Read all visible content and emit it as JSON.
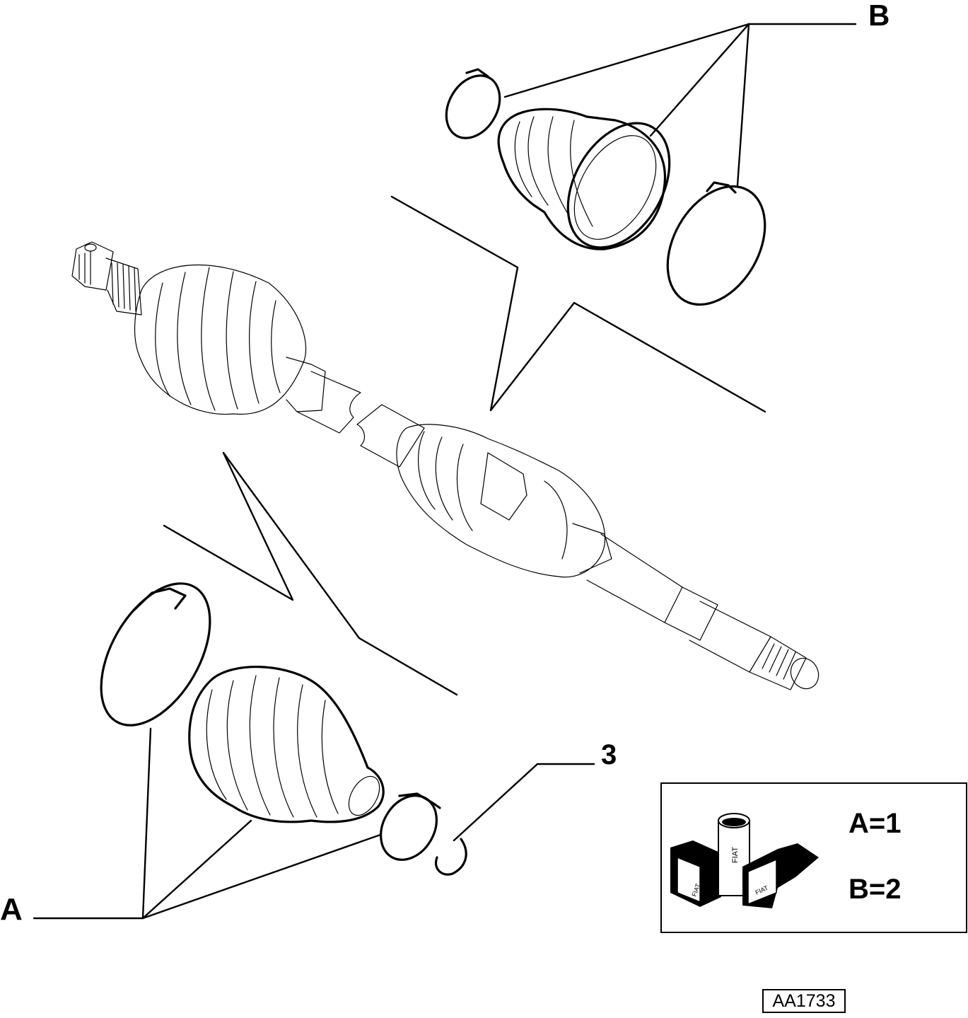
{
  "callouts": {
    "A": "A",
    "B": "B",
    "part_3": "3"
  },
  "legend": {
    "row_a": "A=1",
    "row_b": "B=2",
    "logo_text_top": "FIAT",
    "logo_text_left": "FIAT",
    "logo_text_right": "FIAT"
  },
  "drawing_ref": "AA1733"
}
